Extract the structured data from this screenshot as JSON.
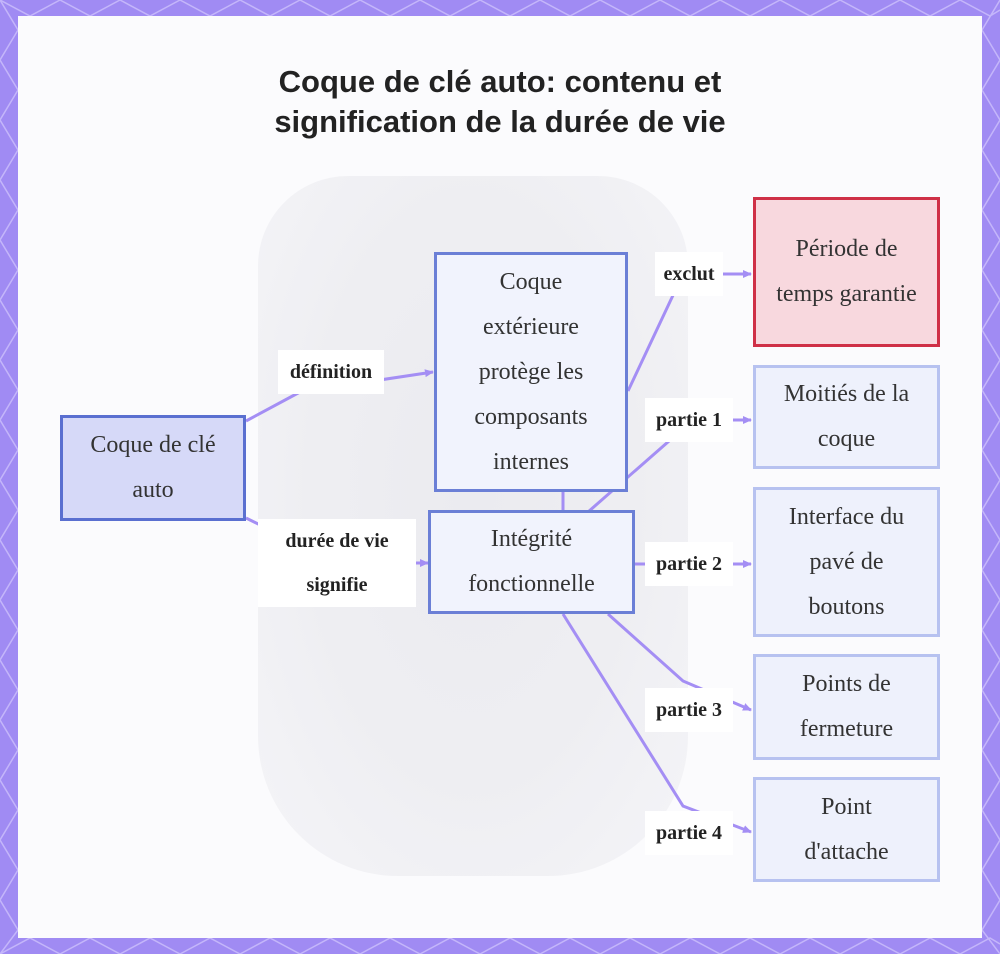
{
  "title_line1": "Coque de clé auto: contenu et",
  "title_line2": "signification de la durée de vie",
  "nodes": {
    "main": "Coque de clé auto",
    "definition": "Coque extérieure protège les composants internes",
    "integrity": "Intégrité fonctionnelle",
    "warranty": "Période de temps garantie",
    "part1": "Moitiés de la coque",
    "part2": "Interface du pavé de boutons",
    "part3": "Points de fermeture",
    "part4": "Point d'attache"
  },
  "edges": {
    "definition": "définition",
    "lifespan": "durée de vie signifie",
    "excludes": "exclut",
    "part1": "partie 1",
    "part2": "partie 2",
    "part3": "partie 3",
    "part4": "partie 4"
  },
  "colors": {
    "edge": "#a48ef4",
    "frame": "#a08bf3",
    "main_fill": "#d6d9f8",
    "warn_fill": "#f8d8de",
    "warn_border": "#cf3047"
  }
}
